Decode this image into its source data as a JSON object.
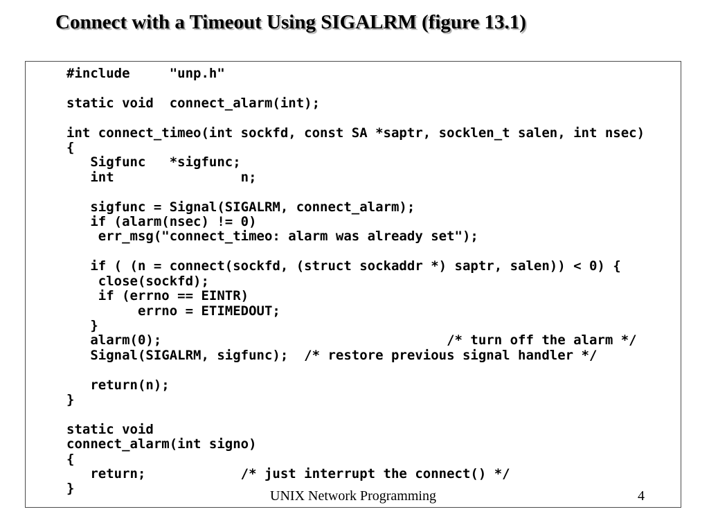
{
  "slide": {
    "title": "Connect with a Timeout Using SIGALRM (figure 13.1)"
  },
  "code": {
    "lines": [
      "#include     \"unp.h\"",
      "",
      "static void  connect_alarm(int);",
      "",
      "int connect_timeo(int sockfd, const SA *saptr, socklen_t salen, int nsec)",
      "{",
      "   Sigfunc   *sigfunc;",
      "   int                n;",
      "",
      "   sigfunc = Signal(SIGALRM, connect_alarm);",
      "   if (alarm(nsec) != 0)",
      "    err_msg(\"connect_timeo: alarm was already set\");",
      "",
      "   if ( (n = connect(sockfd, (struct sockaddr *) saptr, salen)) < 0) {",
      "    close(sockfd);",
      "    if (errno == EINTR)",
      "         errno = ETIMEDOUT;",
      "   }",
      "   alarm(0);                                    /* turn off the alarm */",
      "   Signal(SIGALRM, sigfunc);  /* restore previous signal handler */",
      "",
      "   return(n);",
      "}",
      "",
      "static void",
      "connect_alarm(int signo)",
      "{",
      "   return;            /* just interrupt the connect() */",
      "}"
    ]
  },
  "footer": {
    "book": "UNIX Network Programming",
    "page": "4"
  }
}
